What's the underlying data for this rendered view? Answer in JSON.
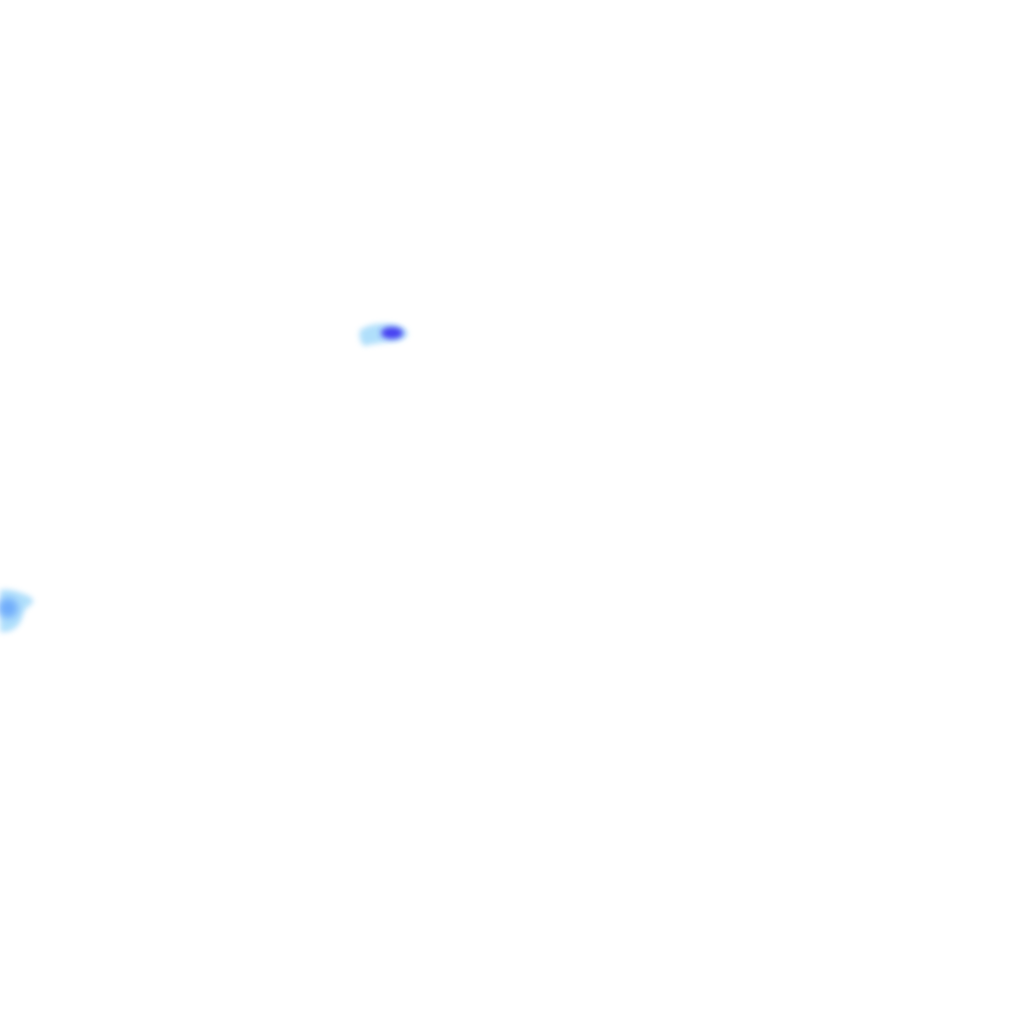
{
  "map": {
    "layer": "precipitation-radar-overlay",
    "background": "#ffffff",
    "intensity_colors": {
      "light": "#a8dcfb",
      "moderate": "#6aa8fb",
      "heavy": "#3a2ff0"
    },
    "cells": [
      {
        "id": "cell-1",
        "intensity": "heavy"
      },
      {
        "id": "cell-2",
        "intensity": "moderate"
      }
    ]
  }
}
